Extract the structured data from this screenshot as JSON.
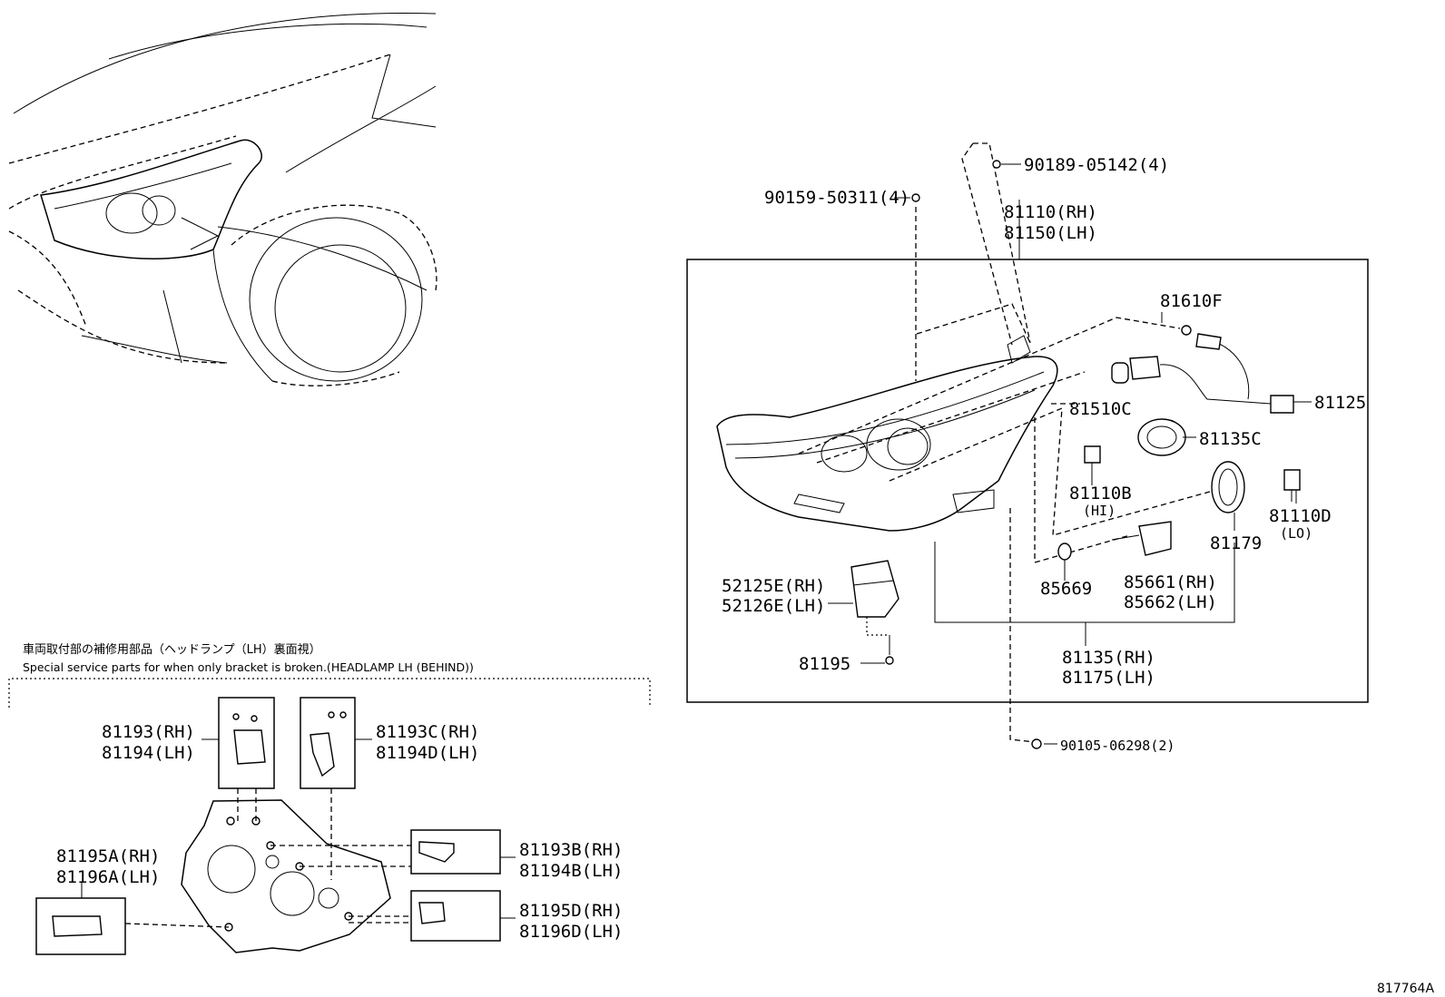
{
  "figure_id": "817764A",
  "notes": {
    "japanese": "車両取付部の補修用部品（ヘッドランプ（LH）裏面視）",
    "english": "Special service parts for when only bracket is broken.(HEADLAMP LH (BEHIND))"
  },
  "parts": {
    "p90189": "90189-05142(4)",
    "p90159": "90159-50311(4)",
    "p81110_rh": "81110(RH)",
    "p81150_lh": "81150(LH)",
    "p81610f": "81610F",
    "p81510c": "81510C",
    "p81125": "81125",
    "p81135c": "81135C",
    "p81110b": "81110B",
    "p81110b_note": "(HI)",
    "p81110d": "81110D",
    "p81110d_note": "(LO)",
    "p81179": "81179",
    "p52125e": "52125E(RH)",
    "p52126e": "52126E(LH)",
    "p85669": "85669",
    "p85661": "85661(RH)",
    "p85662": "85662(LH)",
    "p81195": "81195",
    "p81135": "81135(RH)",
    "p81175": "81175(LH)",
    "p90105": "90105-06298(2)",
    "p81193": "81193(RH)",
    "p81194": "81194(LH)",
    "p81193c": "81193C(RH)",
    "p81194d": "81194D(LH)",
    "p81193b": "81193B(RH)",
    "p81194b": "81194B(LH)",
    "p81195a": "81195A(RH)",
    "p81196a": "81196A(LH)",
    "p81195d": "81195D(RH)",
    "p81196d": "81196D(LH)"
  }
}
